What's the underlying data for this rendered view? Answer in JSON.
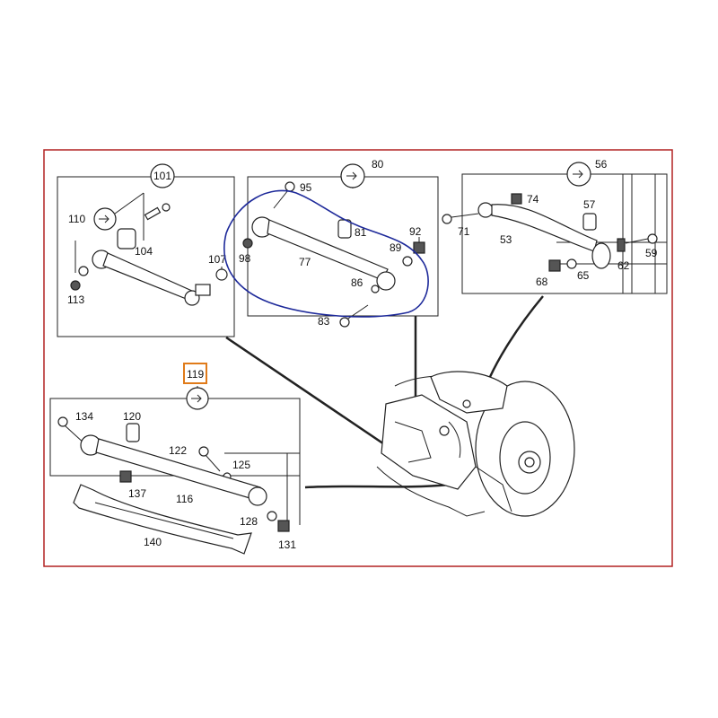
{
  "colors": {
    "frame": "#b22222",
    "annotation_circle": "#1e2a9a",
    "highlight_box": "#e07b1a",
    "line": "#222222"
  },
  "groups": {
    "g101": {
      "number": "101",
      "icon": "wrench-icon"
    },
    "g80": {
      "number": "80",
      "icon": "wrench-icon"
    },
    "g56": {
      "number": "56",
      "icon": "wrench-icon"
    },
    "g119": {
      "number": "119",
      "icon": "wrench-icon"
    }
  },
  "labels": {
    "p110": "110",
    "p104": "104",
    "p113": "113",
    "p107": "107",
    "p95": "95",
    "p81": "81",
    "p92": "92",
    "p98": "98",
    "p77": "77",
    "p89": "89",
    "p86": "86",
    "p83": "83",
    "p74": "74",
    "p57": "57",
    "p71": "71",
    "p53": "53",
    "p59": "59",
    "p62": "62",
    "p68": "68",
    "p65": "65",
    "p134": "134",
    "p120": "120",
    "p122": "122",
    "p125": "125",
    "p137": "137",
    "p116": "116",
    "p128": "128",
    "p131": "131",
    "p140": "140"
  }
}
